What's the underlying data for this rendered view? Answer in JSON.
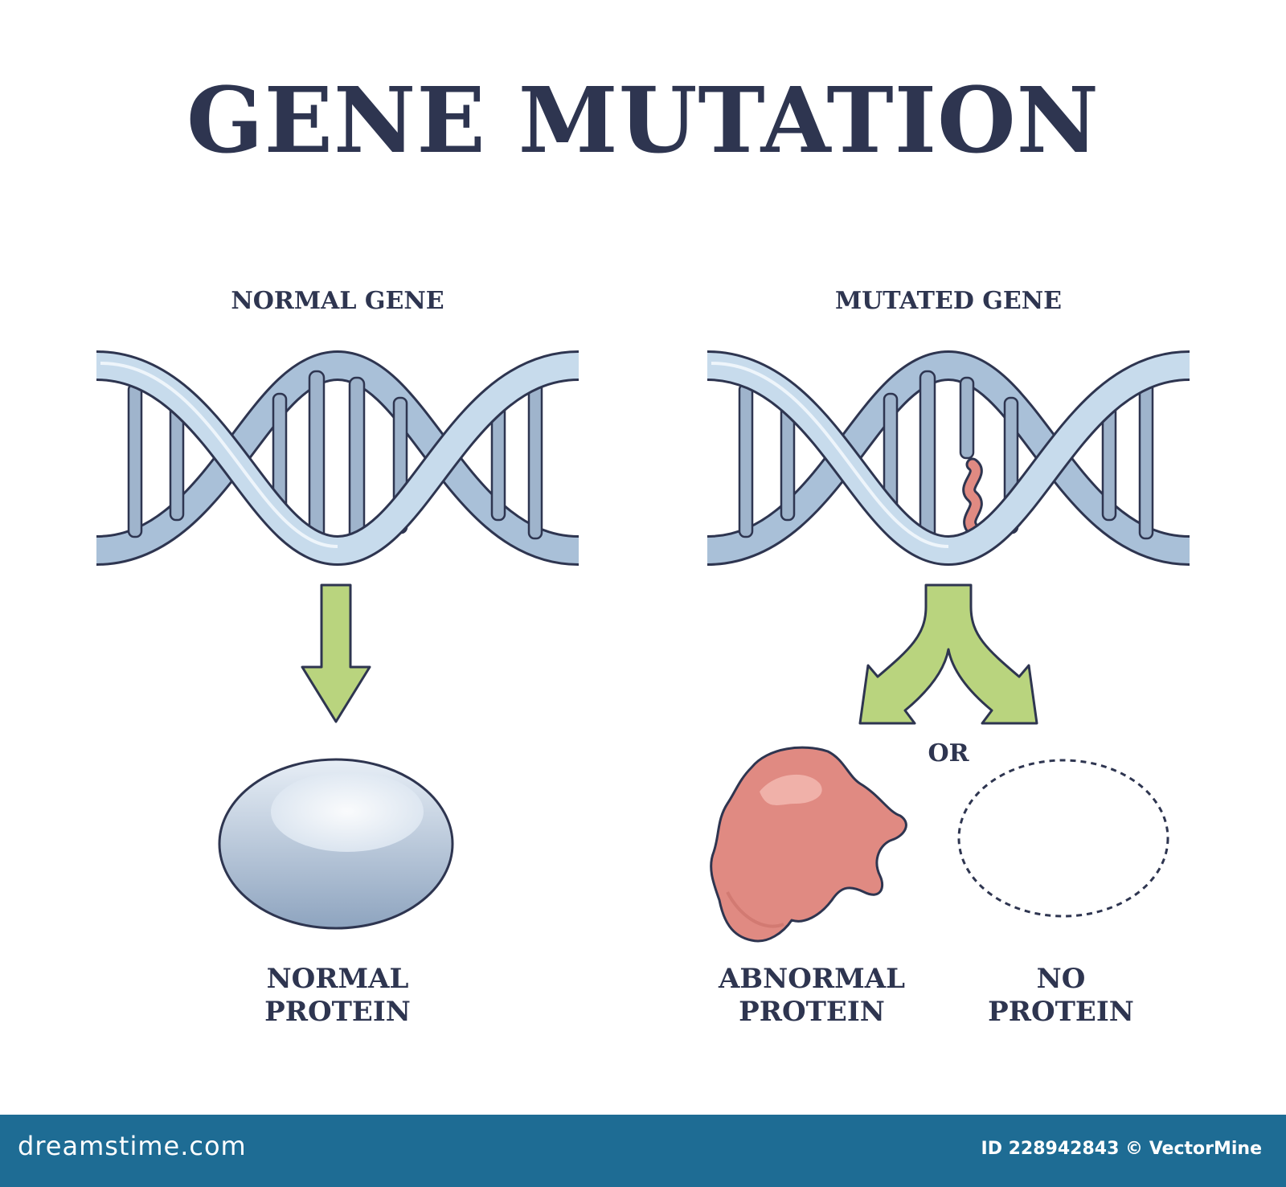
{
  "title": "GENE MUTATION",
  "left": {
    "gene_label": "NORMAL GENE",
    "outcome_line1": "NORMAL",
    "outcome_line2": "PROTEIN"
  },
  "right": {
    "gene_label": "MUTATED GENE",
    "or_label": "OR",
    "abnormal_line1": "ABNORMAL",
    "abnormal_line2": "PROTEIN",
    "none_line1": "NO",
    "none_line2": "PROTEIN"
  },
  "footer": {
    "brand": "dreamstime.com",
    "id_text": "ID 228942843 © VectorMine"
  },
  "colors": {
    "ink": "#2e3550",
    "strand": "#bcd2e6",
    "rung": "#9bb0c8",
    "arrow": "#b9d47e",
    "abnormal": "#e08a82",
    "footer": "#1e6c94"
  }
}
